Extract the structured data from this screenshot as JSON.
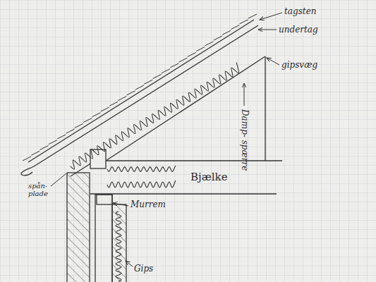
{
  "diagram": {
    "nodes": [
      {
        "text": [
          "Bjælke"
        ]
      }
    ],
    "labels": [
      "tagsten",
      "undertag",
      "gipsvæg",
      "Damp- spærre",
      "spån- plade",
      "Murrem",
      "Gips"
    ]
  }
}
